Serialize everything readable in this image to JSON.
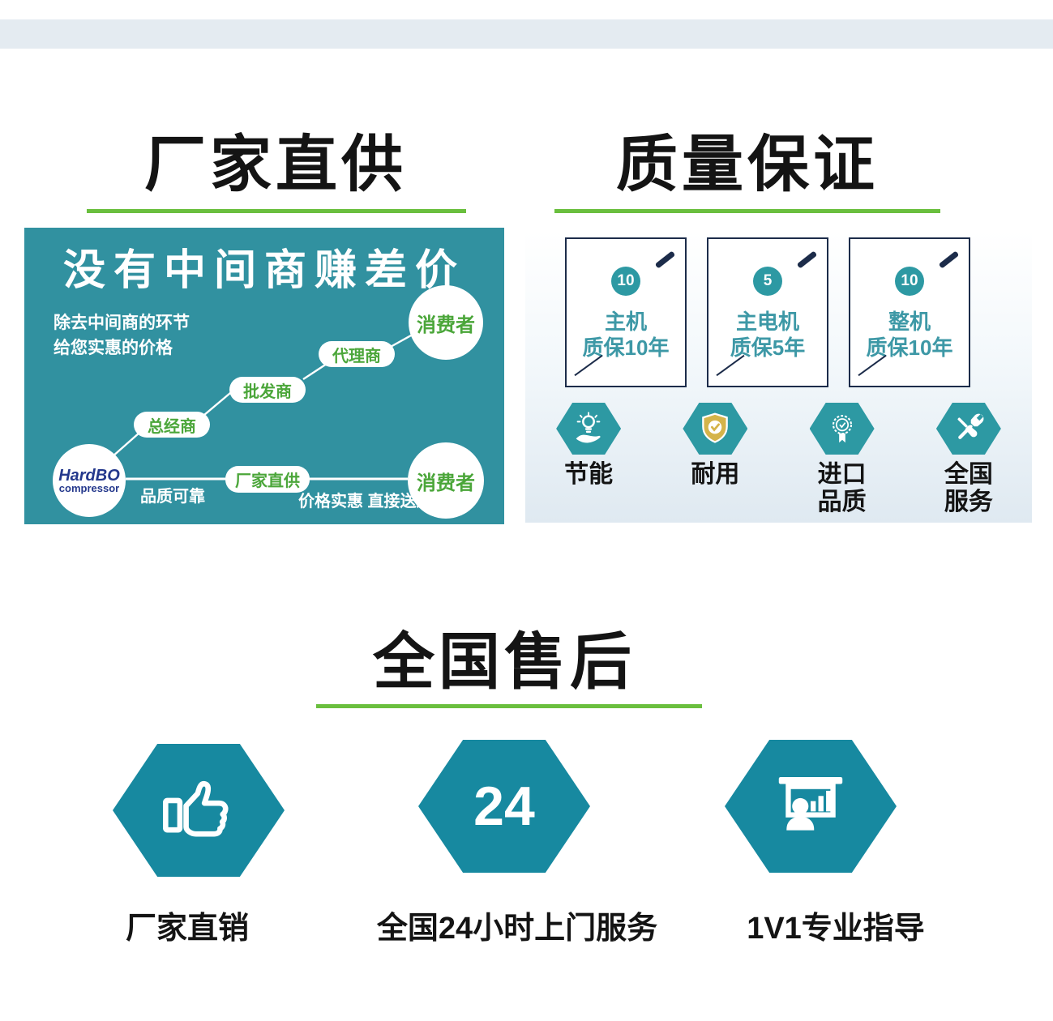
{
  "colors": {
    "strip_bg": "#e4ebf1",
    "accent_green": "#6abf3e",
    "banner_teal": "#3191a0",
    "hex_teal": "#2d99a3",
    "big_hex_teal": "#1789a0",
    "navy": "#1c2c4a",
    "card_text_teal": "#3d98a6",
    "green_text": "#4ba63a",
    "panel_bottom": "#dfe9f1",
    "heading_color": "#141414",
    "brand_navy": "#24388c",
    "shield_gold": "#d5b44a"
  },
  "factory": {
    "heading": "厂家直供",
    "banner": {
      "headline": "没有中间商赚差价",
      "sub_line1": "除去中间商的环节",
      "sub_line2": "给您实惠的价格",
      "consumer_top": "消费者",
      "consumer_bottom": "消费者",
      "steps": [
        {
          "label": "总经商"
        },
        {
          "label": "批发商"
        },
        {
          "label": "代理商"
        }
      ],
      "direct_pill": "厂家直供",
      "quality_note": "品质可靠",
      "price_note": "价格实惠 直接送达",
      "brand_name": "HardBO",
      "brand_sub": "compressor"
    }
  },
  "quality": {
    "heading": "质量保证",
    "cards": [
      {
        "badge": "10",
        "line1": "主机",
        "line2": "质保10年"
      },
      {
        "badge": "5",
        "line1": "主电机",
        "line2": "质保5年"
      },
      {
        "badge": "10",
        "line1": "整机",
        "line2": "质保10年"
      }
    ],
    "features": [
      {
        "icon": "energy-saving-hand-bulb-icon",
        "line1": "节能",
        "line2": ""
      },
      {
        "icon": "durability-shield-check-icon",
        "line1": "耐用",
        "line2": ""
      },
      {
        "icon": "import-quality-medal-icon",
        "line1": "进口",
        "line2": "品质"
      },
      {
        "icon": "nationwide-service-tools-icon",
        "line1": "全国",
        "line2": "服务"
      }
    ]
  },
  "aftersales": {
    "heading": "全国售后",
    "items": [
      {
        "icon": "thumbs-up-icon",
        "value": "",
        "label": "厂家直销"
      },
      {
        "icon": "24-hour-hexagon-badge",
        "value": "24",
        "label": "全国24小时上门服务"
      },
      {
        "icon": "presentation-training-icon",
        "value": "",
        "label": "1V1专业指导"
      }
    ]
  }
}
